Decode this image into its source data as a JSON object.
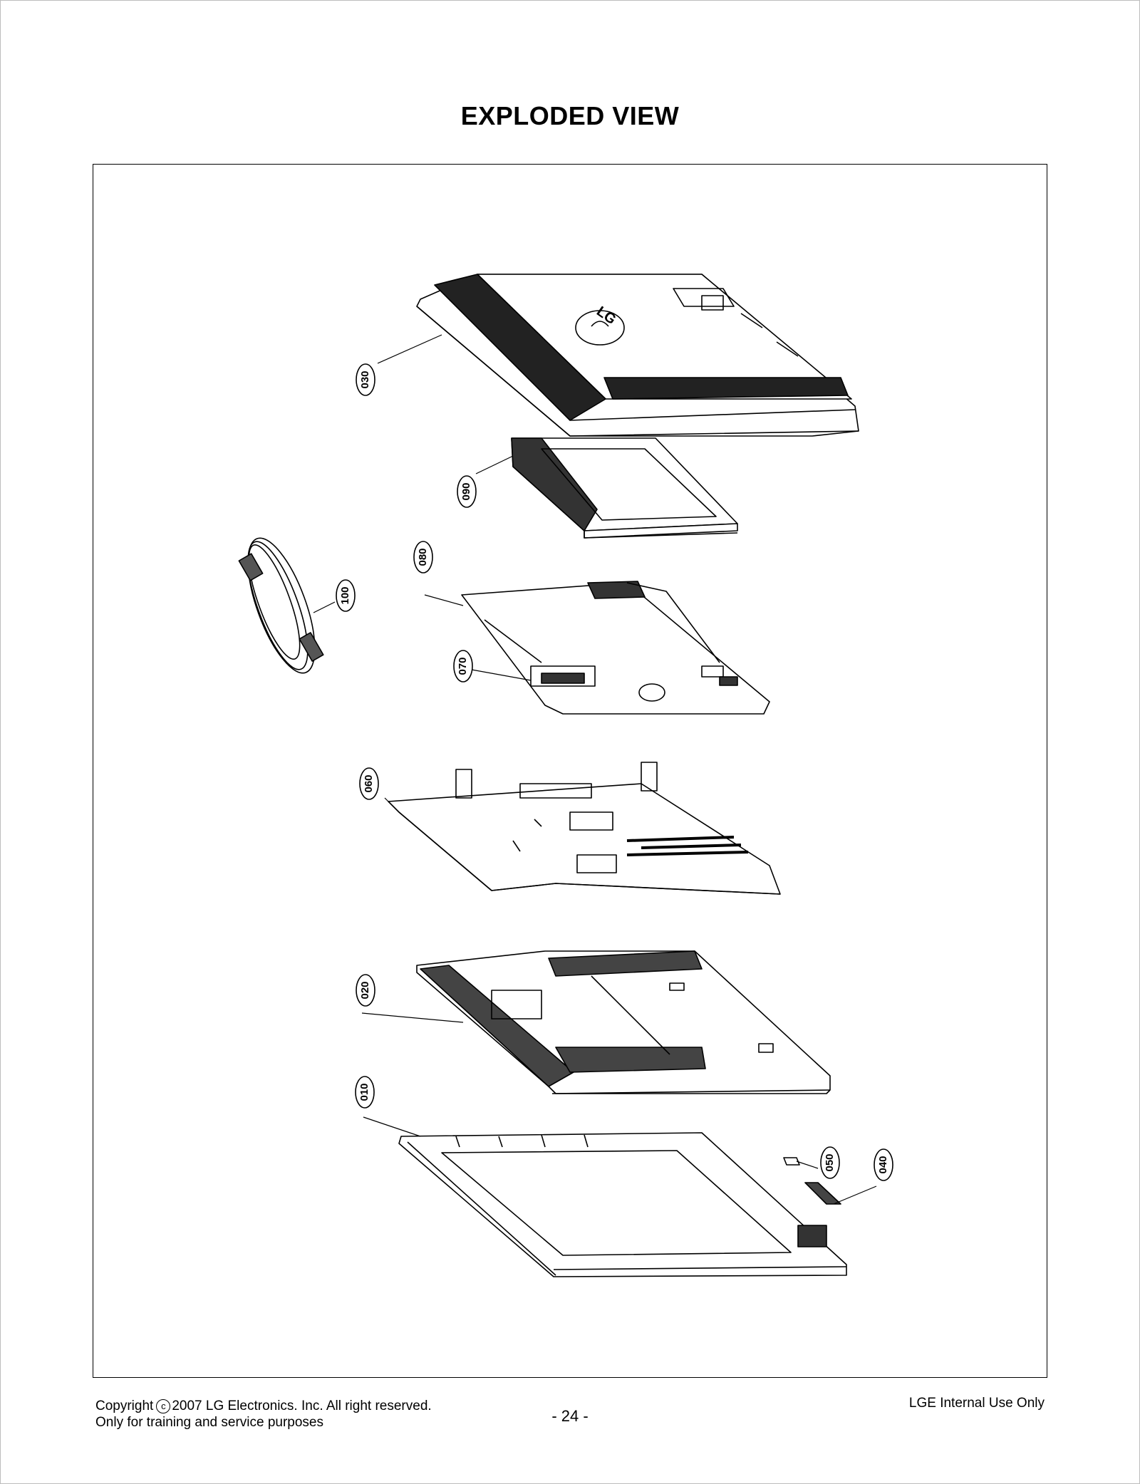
{
  "title": "EXPLODED VIEW",
  "callouts": {
    "c030": "030",
    "c090": "090",
    "c100": "100",
    "c080": "080",
    "c070": "070",
    "c060": "060",
    "c020": "020",
    "c010": "010",
    "c050": "050",
    "c040": "040"
  },
  "brand_logo": "LG",
  "footer": {
    "copyright_prefix": "Copyright",
    "copyright_symbol": "c",
    "copyright_text": "2007 LG Electronics. Inc. All right reserved.",
    "purpose": "Only for training and service purposes",
    "page_number": "- 24 -",
    "internal": "LGE Internal Use Only"
  }
}
